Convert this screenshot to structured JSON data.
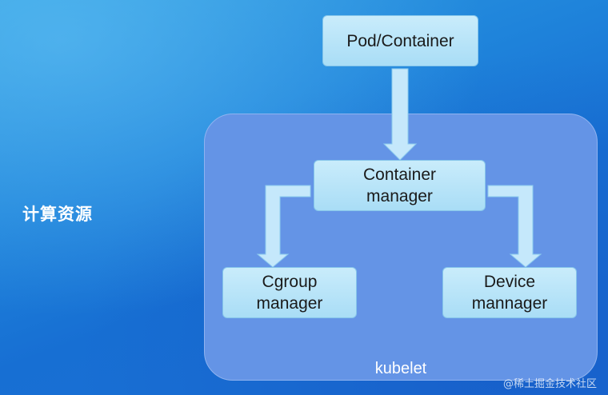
{
  "side_label": "计算资源",
  "container_label": "kubelet",
  "nodes": {
    "pod": "Pod/Container",
    "container_manager": "Container\nmanager",
    "cgroup_manager": "Cgroup\nmanager",
    "device_manager": "Device\nmannager"
  },
  "watermark": "@稀土掘金技术社区",
  "colors": {
    "background": "#1f84db",
    "kubelet_fill": "#6494e6",
    "box_fill": "#b8e4f8",
    "arrow_fill": "#c5e8fb"
  }
}
